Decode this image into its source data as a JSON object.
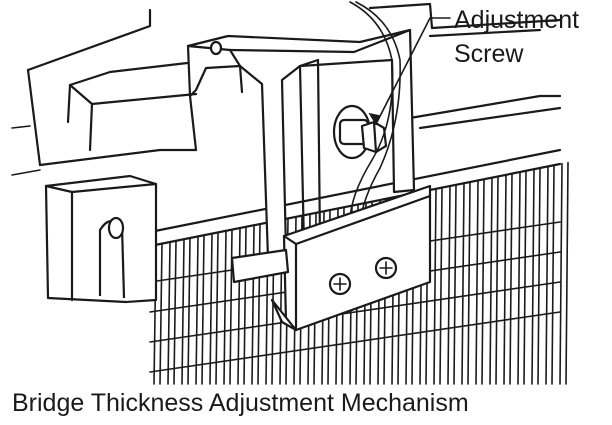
{
  "callout": {
    "line1": "Adjustment",
    "line2": "Screw"
  },
  "caption": "Bridge Thickness Adjustment Mechanism"
}
